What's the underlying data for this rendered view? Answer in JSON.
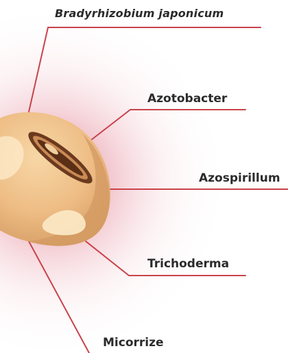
{
  "labels": {
    "bradyrhizobium": "Bradyrhizobium  japonicum",
    "azotobacter": "Azotobacter",
    "azospirillum": "Azospirillum",
    "trichoderma": "Trichoderma",
    "micorrize": "Micorrize"
  },
  "colors": {
    "leader_line": "#c9424a",
    "glow": "#d2445a",
    "seed_body": "#f0c48c",
    "seed_shadow": "#d39a62",
    "seed_highlight": "#fbe7c4",
    "hilum": "#6b3a1e",
    "text": "#2b2b2b"
  }
}
